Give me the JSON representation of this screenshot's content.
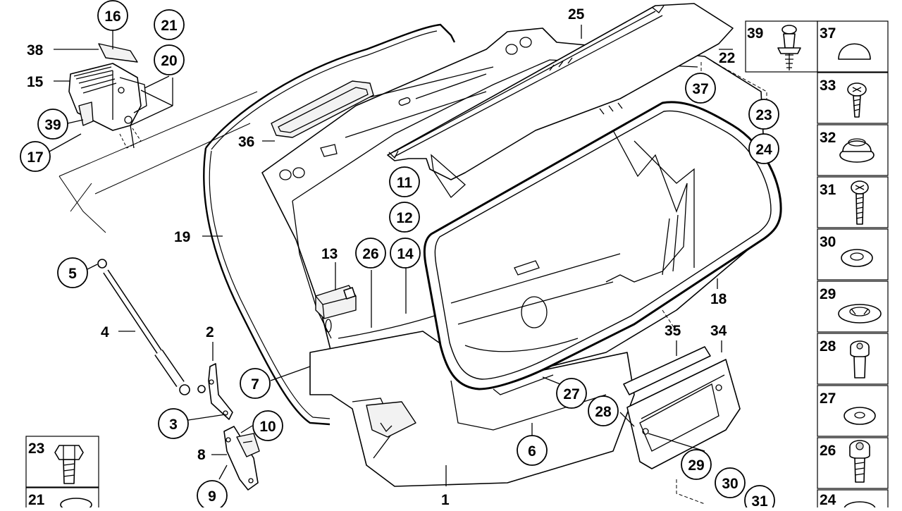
{
  "diagram": {
    "callouts_circled": [
      "16",
      "21",
      "20",
      "39",
      "17",
      "5",
      "3",
      "9",
      "10",
      "7",
      "6",
      "11",
      "12",
      "14",
      "26",
      "27",
      "28",
      "29",
      "30",
      "31",
      "37",
      "23",
      "24"
    ],
    "callouts_plain": [
      "38",
      "15",
      "19",
      "4",
      "2",
      "8",
      "13",
      "1",
      "36",
      "18",
      "35",
      "34",
      "25",
      "22"
    ],
    "side_panel": [
      {
        "num": "39",
        "part": "clip-icon"
      },
      {
        "num": "37",
        "part": "cap-icon"
      },
      {
        "num": "33",
        "part": "screw-icon"
      },
      {
        "num": "32",
        "part": "grommet-icon"
      },
      {
        "num": "31",
        "part": "long-screw-icon"
      },
      {
        "num": "30",
        "part": "washer-icon"
      },
      {
        "num": "29",
        "part": "spring-nut-icon"
      },
      {
        "num": "28",
        "part": "bolt-icon"
      },
      {
        "num": "27",
        "part": "flat-washer-icon"
      },
      {
        "num": "26",
        "part": "torx-screw-icon"
      },
      {
        "num": "24",
        "part": "cap-nut-icon"
      }
    ],
    "bottom_panel": [
      {
        "num": "23",
        "part": "hex-bolt-icon"
      },
      {
        "num": "21",
        "part": "nut-icon"
      }
    ]
  }
}
